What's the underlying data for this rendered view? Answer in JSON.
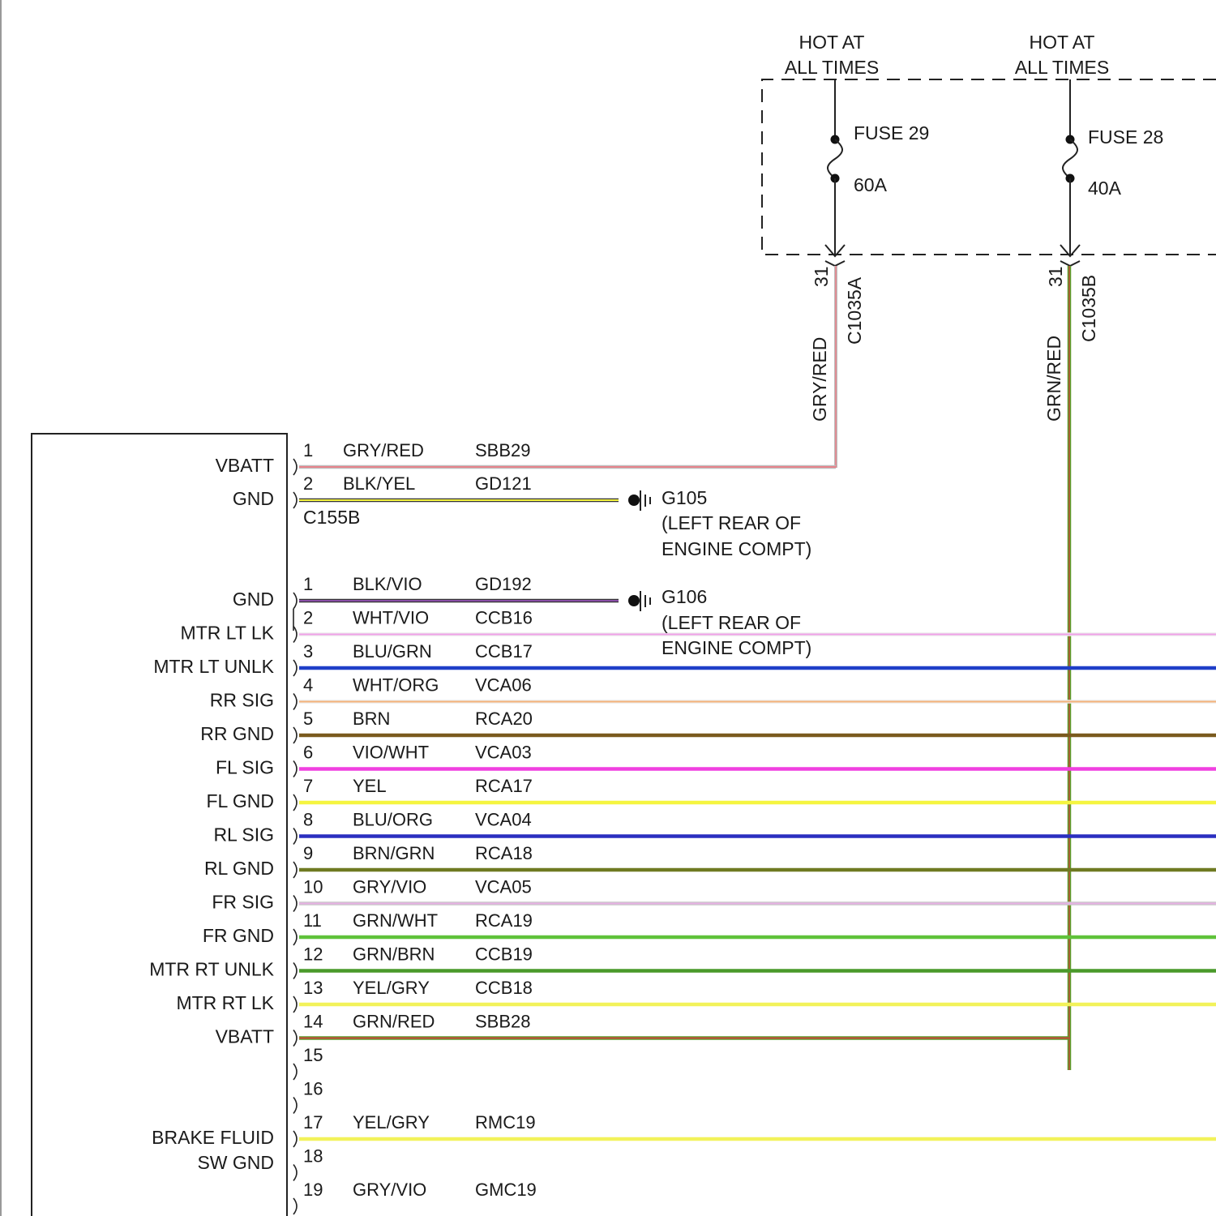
{
  "fuse_block": {
    "fuses": [
      {
        "id": "fuse29",
        "hot_line1": "HOT AT",
        "hot_line2": "ALL TIMES",
        "name": "FUSE 29",
        "rating": "60A",
        "pin": "31",
        "connector": "C1035A",
        "wire_color": "GRY/RED"
      },
      {
        "id": "fuse28",
        "hot_line1": "HOT AT",
        "hot_line2": "ALL TIMES",
        "name": "FUSE 28",
        "rating": "40A",
        "pin": "31",
        "connector": "C1035B",
        "wire_color": "GRN/RED"
      }
    ]
  },
  "connector_top": {
    "name": "C155B",
    "pins": [
      {
        "pin": "1",
        "module_label": "VBATT",
        "wire_color": "GRY/RED",
        "circuit": "SBB29",
        "stroke": "#e8838b",
        "base": "#bdbdbd",
        "to": "fuse29"
      },
      {
        "pin": "2",
        "module_label": "GND",
        "wire_color": "BLK/YEL",
        "circuit": "GD121",
        "stroke": "#f5f540",
        "base": "#333333",
        "to": "g105"
      }
    ]
  },
  "grounds": [
    {
      "id": "g105",
      "name": "G105",
      "line1": "(LEFT REAR OF",
      "line2": "ENGINE COMPT)"
    },
    {
      "id": "g106",
      "name": "G106",
      "line1": "(LEFT REAR OF",
      "line2": "ENGINE COMPT)"
    }
  ],
  "connector_bottom": {
    "pins": [
      {
        "pin": "1",
        "module_label": "GND",
        "wire_color": "BLK/VIO",
        "circuit": "GD192",
        "stroke": "#8a4fa8",
        "base": "#333333",
        "to": "g106"
      },
      {
        "pin": "2",
        "module_label": "MTR LT LK",
        "wire_color": "WHT/VIO",
        "circuit": "CCB16",
        "stroke": "#f0a0e8",
        "base": "#ececec"
      },
      {
        "pin": "3",
        "module_label": "MTR LT UNLK",
        "wire_color": "BLU/GRN",
        "circuit": "CCB17",
        "stroke": "#1f3fc8",
        "base": "#1f3fc8"
      },
      {
        "pin": "4",
        "module_label": "RR SIG",
        "wire_color": "WHT/ORG",
        "circuit": "VCA06",
        "stroke": "#f4b27a",
        "base": "#ececec"
      },
      {
        "pin": "5",
        "module_label": "RR GND",
        "wire_color": "BRN",
        "circuit": "RCA20",
        "stroke": "#7a5a1e",
        "base": "#7a5a1e"
      },
      {
        "pin": "6",
        "module_label": "FL SIG",
        "wire_color": "VIO/WHT",
        "circuit": "VCA03",
        "stroke": "#f040e0",
        "base": "#f040e0"
      },
      {
        "pin": "7",
        "module_label": "FL GND",
        "wire_color": "YEL",
        "circuit": "RCA17",
        "stroke": "#f5f540",
        "base": "#f5f540"
      },
      {
        "pin": "8",
        "module_label": "RL SIG",
        "wire_color": "BLU/ORG",
        "circuit": "VCA04",
        "stroke": "#2a2fc0",
        "base": "#2a2fc0"
      },
      {
        "pin": "9",
        "module_label": "RL GND",
        "wire_color": "BRN/GRN",
        "circuit": "RCA18",
        "stroke": "#6f7a22",
        "base": "#6f7a22"
      },
      {
        "pin": "10",
        "module_label": "FR SIG",
        "wire_color": "GRY/VIO",
        "circuit": "VCA05",
        "stroke": "#e7b0e4",
        "base": "#c8c8c8"
      },
      {
        "pin": "11",
        "module_label": "FR GND",
        "wire_color": "GRN/WHT",
        "circuit": "RCA19",
        "stroke": "#5fc23a",
        "base": "#5fc23a"
      },
      {
        "pin": "12",
        "module_label": "MTR RT UNLK",
        "wire_color": "GRN/BRN",
        "circuit": "CCB19",
        "stroke": "#4a9a2a",
        "base": "#4a9a2a"
      },
      {
        "pin": "13",
        "module_label": "MTR RT LK",
        "wire_color": "YEL/GRY",
        "circuit": "CCB18",
        "stroke": "#f2f25a",
        "base": "#f2f25a"
      },
      {
        "pin": "14",
        "module_label": "VBATT",
        "wire_color": "GRN/RED",
        "circuit": "SBB28",
        "stroke": "#c8463a",
        "base": "#5a9e2a",
        "to": "fuse28"
      },
      {
        "pin": "15",
        "module_label": "",
        "wire_color": "",
        "circuit": ""
      },
      {
        "pin": "16",
        "module_label": "",
        "wire_color": "",
        "circuit": ""
      },
      {
        "pin": "17",
        "module_label": "BRAKE FLUID",
        "module_label2": "SW GND",
        "wire_color": "YEL/GRY",
        "circuit": "RMC19",
        "stroke": "#f2f25a",
        "base": "#f2f25a"
      },
      {
        "pin": "18",
        "module_label": "",
        "wire_color": "",
        "circuit": ""
      },
      {
        "pin": "19",
        "module_label": "",
        "wire_color": "GRY/VIO",
        "circuit": "GMC19"
      }
    ]
  }
}
